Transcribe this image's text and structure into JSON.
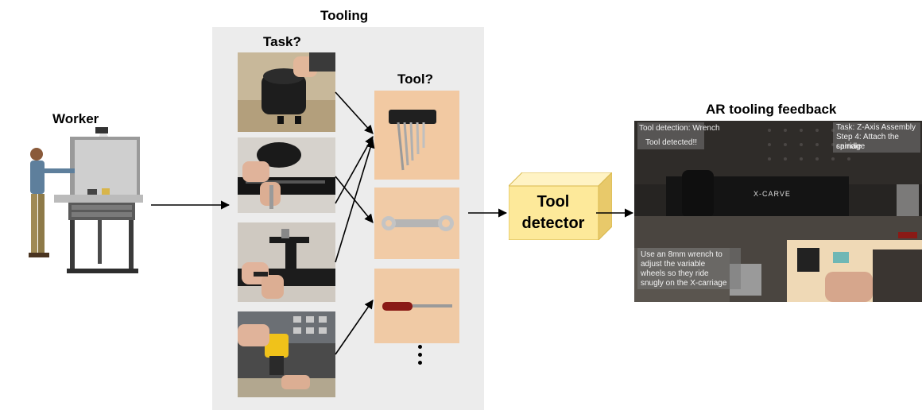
{
  "labels": {
    "worker": "Worker",
    "tooling": "Tooling",
    "task": "Task?",
    "tool": "Tool?",
    "detector_line1": "Tool",
    "detector_line2": "detector",
    "ar_feedback": "AR tooling feedback"
  },
  "ar_overlay": {
    "detection": "Tool detection: Wrench",
    "detected": "Tool detected!!",
    "task_line1": "Task: Z-Axis Assembly",
    "task_line2": "Step 4: Attach the spindle",
    "task_line3": "carriage",
    "machine_brand": "X-CARVE",
    "instruction_line1": "Use an 8mm wrench to",
    "instruction_line2": "adjust the variable",
    "instruction_line3": "wheels so they ride",
    "instruction_line4": "snugly on the X-carriage"
  },
  "colors": {
    "panel": "#ececec",
    "detector_front": "#fde99a",
    "detector_top": "#fff3c4",
    "detector_side": "#e8c96a",
    "tool_photo_bg": "#f2c9a2"
  }
}
